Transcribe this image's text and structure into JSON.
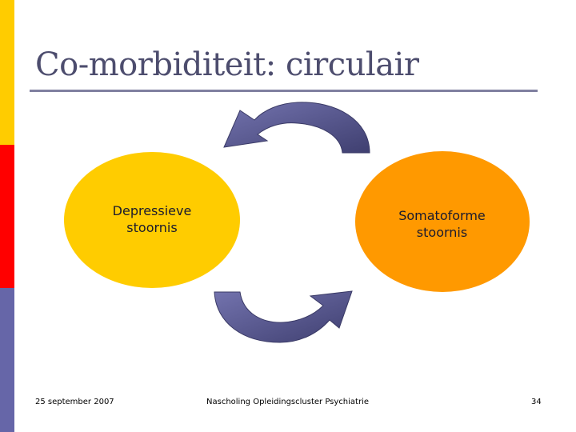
{
  "slide": {
    "title": "Co-morbiditeit: circulair"
  },
  "diagram": {
    "nodes": [
      {
        "label": "Depressieve\nstoornis",
        "color": "#FFCC00"
      },
      {
        "label": "Somatoforme\nstoornis",
        "color": "#FF9900"
      }
    ],
    "arrow_color": "#5E5E99",
    "arrows": [
      "top-curved-arrow-left",
      "bottom-curved-arrow-right"
    ]
  },
  "footer": {
    "date": "25 september 2007",
    "center": "Nascholing Opleidingscluster Psychiatrie",
    "page": "34"
  },
  "colors": {
    "sidebar": [
      "#FFCC00",
      "#FF0000",
      "#6666A8"
    ],
    "title": "#4d4d6e"
  }
}
